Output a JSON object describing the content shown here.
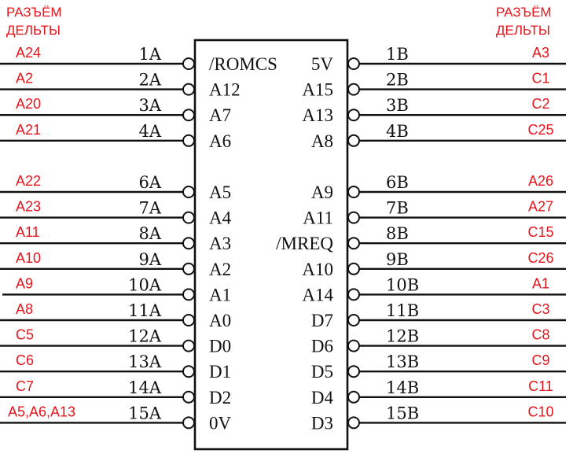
{
  "diagram": {
    "title": "Connector pinout",
    "left_header": [
      "РАЗЪЁМ",
      "ДЕЛЬТЫ"
    ],
    "right_header": [
      "РАЗЪЁМ",
      "ДЕЛЬТЫ"
    ],
    "colors": {
      "delta_label": "#e8141b",
      "ink": "#111111"
    },
    "left_pins": [
      {
        "row": 1,
        "pin": "1A",
        "signal": "/ROMCS",
        "delta": "A24"
      },
      {
        "row": 2,
        "pin": "2A",
        "signal": "A12",
        "delta": "A2"
      },
      {
        "row": 3,
        "pin": "3A",
        "signal": "A7",
        "delta": "A20"
      },
      {
        "row": 4,
        "pin": "4A",
        "signal": "A6",
        "delta": "A21"
      },
      {
        "row": 6,
        "pin": "6A",
        "signal": "A5",
        "delta": "A22"
      },
      {
        "row": 7,
        "pin": "7A",
        "signal": "A4",
        "delta": "A23"
      },
      {
        "row": 8,
        "pin": "8A",
        "signal": "A3",
        "delta": "A11"
      },
      {
        "row": 9,
        "pin": "9A",
        "signal": "A2",
        "delta": "A10"
      },
      {
        "row": 10,
        "pin": "10A",
        "signal": "A1",
        "delta": "A9"
      },
      {
        "row": 11,
        "pin": "11A",
        "signal": "A0",
        "delta": "A8"
      },
      {
        "row": 12,
        "pin": "12A",
        "signal": "D0",
        "delta": "C5"
      },
      {
        "row": 13,
        "pin": "13A",
        "signal": "D1",
        "delta": "C6"
      },
      {
        "row": 14,
        "pin": "14A",
        "signal": "D2",
        "delta": "C7"
      },
      {
        "row": 15,
        "pin": "15A",
        "signal": "0V",
        "delta": "A5,A6,A13"
      }
    ],
    "right_pins": [
      {
        "row": 1,
        "pin": "1B",
        "signal": "5V",
        "delta": "A3"
      },
      {
        "row": 2,
        "pin": "2B",
        "signal": "A15",
        "delta": "C1"
      },
      {
        "row": 3,
        "pin": "3B",
        "signal": "A13",
        "delta": "C2"
      },
      {
        "row": 4,
        "pin": "4B",
        "signal": "A8",
        "delta": "C25"
      },
      {
        "row": 6,
        "pin": "6B",
        "signal": "A9",
        "delta": "A26"
      },
      {
        "row": 7,
        "pin": "7B",
        "signal": "A11",
        "delta": "A27"
      },
      {
        "row": 8,
        "pin": "8B",
        "signal": "/MREQ",
        "delta": "C15"
      },
      {
        "row": 9,
        "pin": "9B",
        "signal": "A10",
        "delta": "C26"
      },
      {
        "row": 10,
        "pin": "10B",
        "signal": "A14",
        "delta": "A1"
      },
      {
        "row": 11,
        "pin": "11B",
        "signal": "D7",
        "delta": "C3"
      },
      {
        "row": 12,
        "pin": "12B",
        "signal": "D6",
        "delta": "C8"
      },
      {
        "row": 13,
        "pin": "13B",
        "signal": "D5",
        "delta": "C9"
      },
      {
        "row": 14,
        "pin": "14B",
        "signal": "D4",
        "delta": "C11"
      },
      {
        "row": 15,
        "pin": "15B",
        "signal": "D3",
        "delta": "C10"
      }
    ]
  }
}
